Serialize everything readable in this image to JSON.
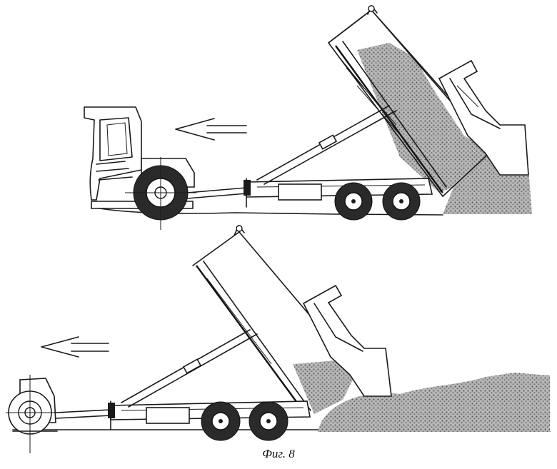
{
  "caption": "Фиг. 8",
  "colors": {
    "line": "#1a1a1a",
    "background": "#ffffff",
    "material": "#9a9a9a"
  },
  "scenes": [
    {
      "name": "upper",
      "arrow_direction": "left",
      "tractor": "cab-tractor"
    },
    {
      "name": "lower",
      "arrow_direction": "left",
      "tractor": "wheel-tractor"
    }
  ]
}
